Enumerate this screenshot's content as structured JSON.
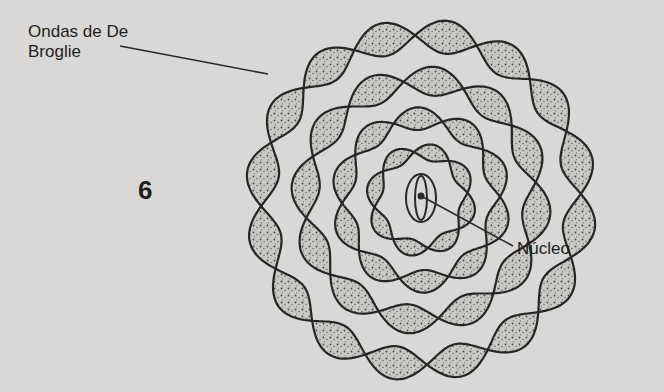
{
  "diagram": {
    "labels": [
      "Ondas de De Broglie",
      "6",
      "Núcleo"
    ]
  }
}
